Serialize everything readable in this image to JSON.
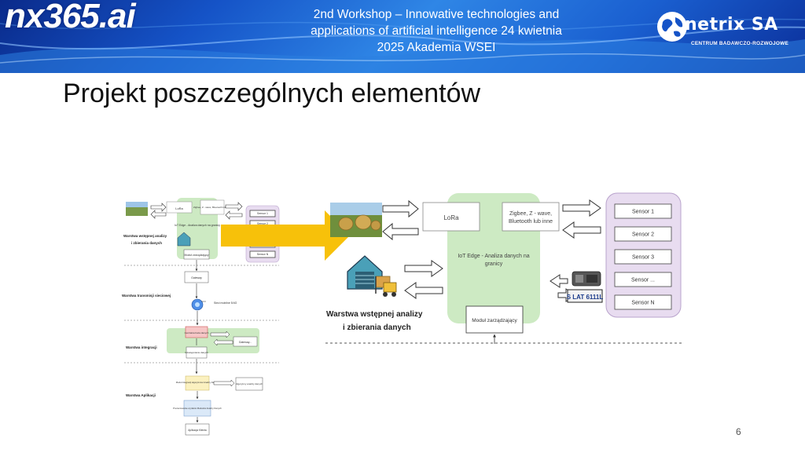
{
  "header": {
    "logo_text": "nx365.ai",
    "title_line1": "2nd Workshop – Innowative technologies and",
    "title_line2": "applications of artificial intelligence 24 kwietnia",
    "title_line3": "2025 Akademia WSEI",
    "brand_name": "netrix SA",
    "brand_sub": "CENTRUM BADAWCZO-ROZWOJOWE"
  },
  "slide": {
    "title": "Projekt poszczególnych elementów",
    "page_number": "6"
  },
  "detail": {
    "lora_label": "LoRa",
    "zigbee_label_1": "Zigbee, Z - wave,",
    "zigbee_label_2": "Bluetooth lub inne",
    "iot_edge_label_1": "IoT Edge - Analiza danych na",
    "iot_edge_label_2": "granicy",
    "module_label": "Moduł zarządzający",
    "layer_label_1": "Warstwa wstępnej analizy",
    "layer_label_2": "i zbierania danych",
    "sensors": [
      "Sensor 1",
      "Sensor 2",
      "Sensor 3",
      "Sensor ...",
      "Sensor N"
    ],
    "plate_text": "S LAT 6111L"
  },
  "overview": {
    "layer_labels": [
      "Warstwa wstępnej analizy",
      "i zbierania danych",
      "Warstwa transmisji sieciowej",
      "Warstwa integracji",
      "Warstwa Aplikacji"
    ],
    "lora": "LoRa",
    "zigbee": "Zigbee, Z - wave, Bluetooth lub inne",
    "iot_edge": "IoT Edge - Analiza danych na granicy",
    "module": "Moduł zarządzający",
    "gateway": "Gateway",
    "cloud_note": "Sieci mobilne 5/4G",
    "central_db": "Centralna baza danych",
    "gateway2": "Gateway...",
    "data_buffer": "Udostępnianie danych",
    "model_integration": "Moduł integracji algorytmów Analizy Danych",
    "model_algorithms": "Algorytmy analizy danych",
    "presentation": "Prezentowanie wyników Modelów Analizy Danych",
    "software": "Aplikacja Klienta",
    "sensors": [
      "Sensor 1",
      "Sensor 2",
      "Sensor 3",
      "Sensor ...",
      "Sensor N"
    ]
  },
  "colors": {
    "green_box": "#cdeac3",
    "purple_box": "#e8dcf0",
    "yellow_arrow": "#f7c10a",
    "banner_blue": "#1553c7"
  }
}
